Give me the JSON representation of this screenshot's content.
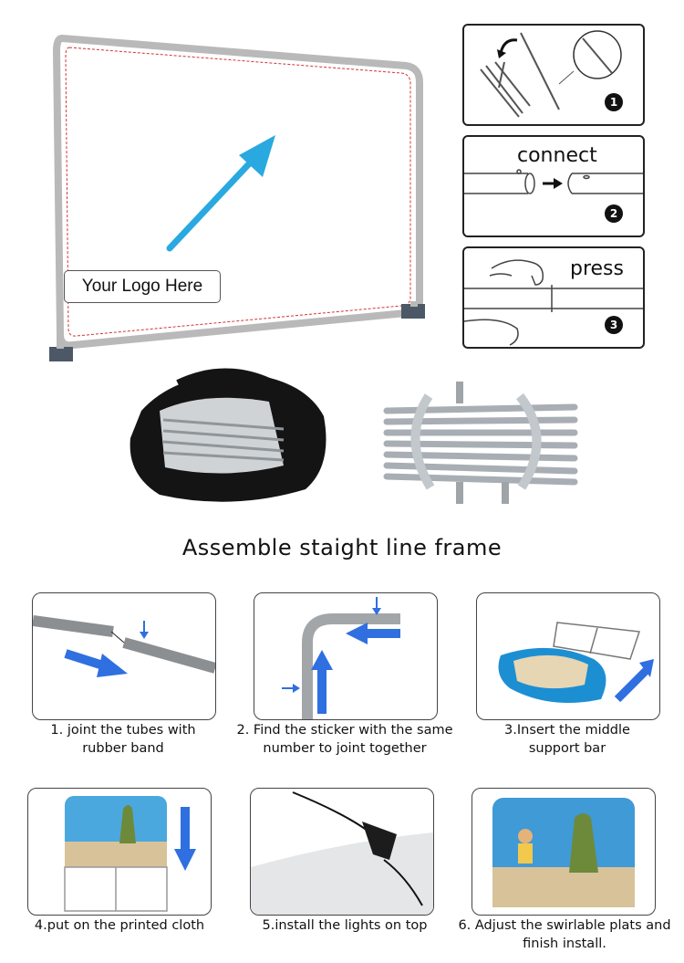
{
  "banner": {
    "logo_text": "Your Logo Here"
  },
  "setup_steps": [
    {
      "number": "1",
      "word": ""
    },
    {
      "number": "2",
      "word": "connect"
    },
    {
      "number": "3",
      "word": "press"
    }
  ],
  "heading": "Assemble staight line frame",
  "install_steps": [
    {
      "line1": "1. joint the tubes with",
      "line2": "rubber band"
    },
    {
      "line1": "2. Find the sticker with the same",
      "line2": "number to joint together"
    },
    {
      "line1": "3.Insert the middle",
      "line2": "support bar"
    },
    {
      "line1": "4.put on the printed cloth",
      "line2": ""
    },
    {
      "line1": "5.install the lights on top",
      "line2": ""
    },
    {
      "line1": "6. Adjust the swirlable plats and",
      "line2": "finish install."
    }
  ],
  "colors": {
    "arrow_blue": "#29a9e0",
    "step_arrow_blue": "#2f6fe0",
    "frame_gray": "#b9b9b9",
    "dashed_red": "#d33333"
  }
}
